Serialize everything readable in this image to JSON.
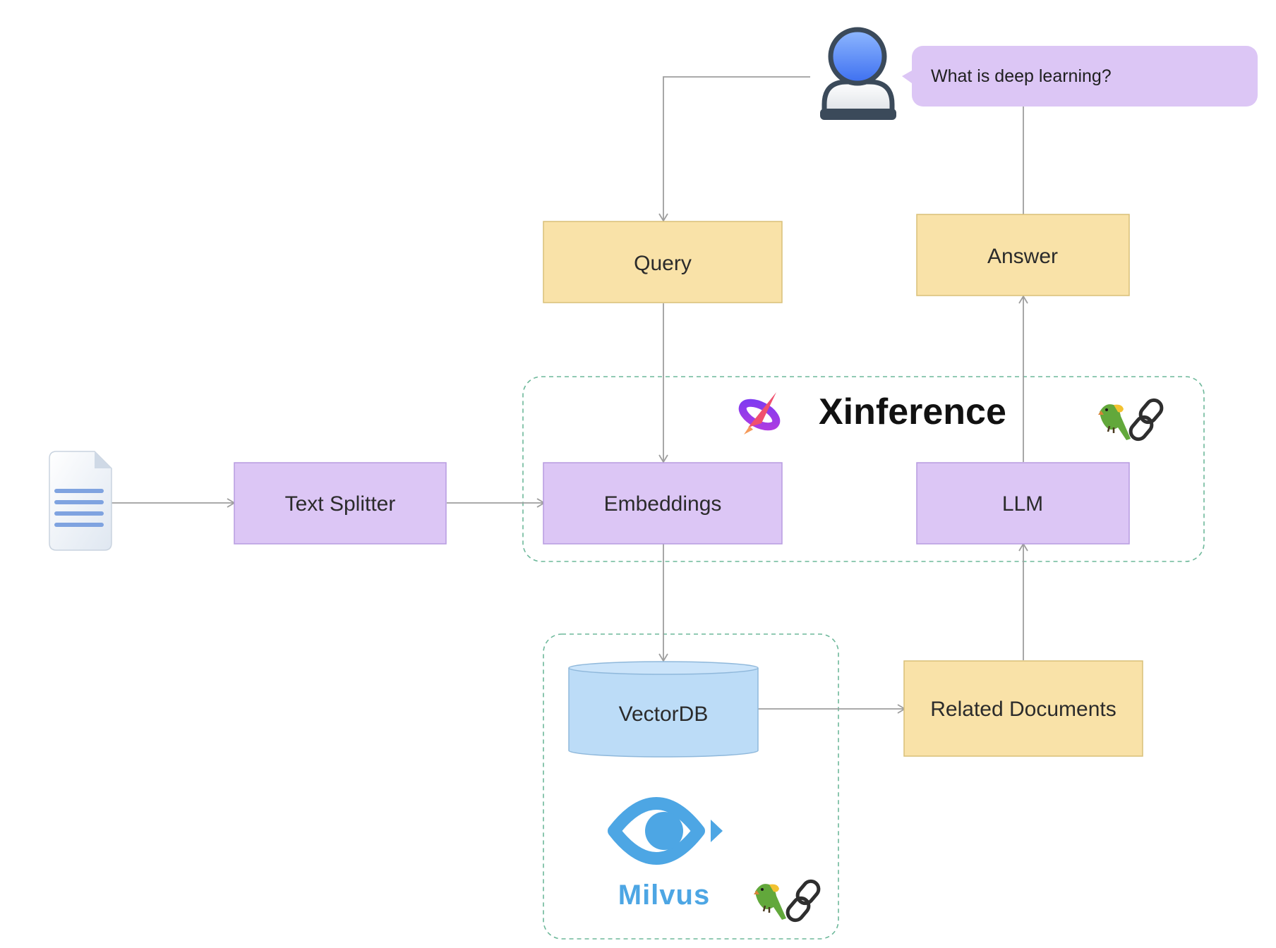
{
  "nodes": {
    "query": "Query",
    "answer": "Answer",
    "text_splitter": "Text Splitter",
    "embeddings": "Embeddings",
    "llm": "LLM",
    "vectordb": "VectorDB",
    "related_documents": "Related Documents"
  },
  "bubble": {
    "question": "What is deep learning?"
  },
  "brands": {
    "xinference": "Xinference",
    "milvus": "Milvus"
  },
  "icons": {
    "user": "user-icon",
    "document": "document-icon",
    "xinference_logo": "xinference-logo-icon",
    "milvus_logo": "milvus-eye-icon",
    "parrot": "parrot-icon",
    "chain": "chain-link-icon"
  },
  "colors": {
    "purple_node": "#dcc6f5",
    "yellow_node": "#f9e2a8",
    "blue_db": "#bcdcf7",
    "bubble": "#dcc6f5",
    "group_border": "#6db89a",
    "arrow": "#9e9e9e",
    "milvus_blue": "#4da6e4"
  }
}
